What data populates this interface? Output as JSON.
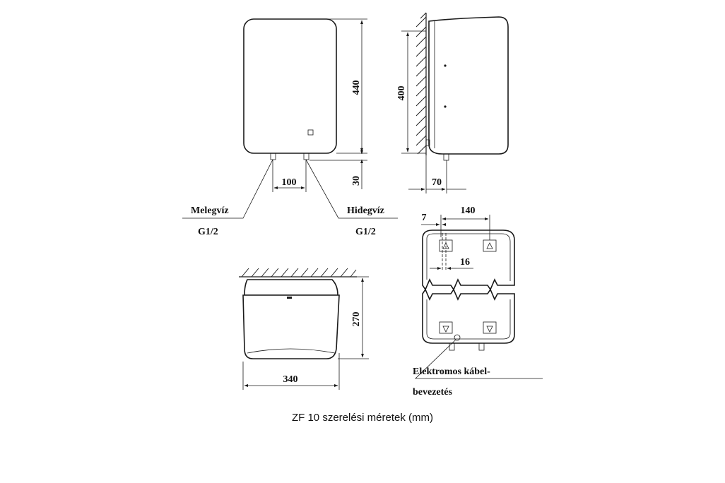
{
  "caption": "ZF 10 szerelési méretek (mm)",
  "dimensions": {
    "height_total": "440",
    "pipe_spacing": "100",
    "pipe_length": "30",
    "side_height": "400",
    "side_depth": "70",
    "rear_offset": "7",
    "rear_span": "140",
    "rear_small": "16",
    "bottom_depth": "270",
    "bottom_width": "340"
  },
  "labels": {
    "hot_water": "Melegvíz",
    "hot_thread": "G1/2",
    "cold_water": "Hidegvíz",
    "cold_thread": "G1/2",
    "cable_line1": "Elektromos kábel-",
    "cable_line2": "bevezetés"
  },
  "colors": {
    "ink": "#1a1a1a",
    "paper": "#ffffff"
  }
}
